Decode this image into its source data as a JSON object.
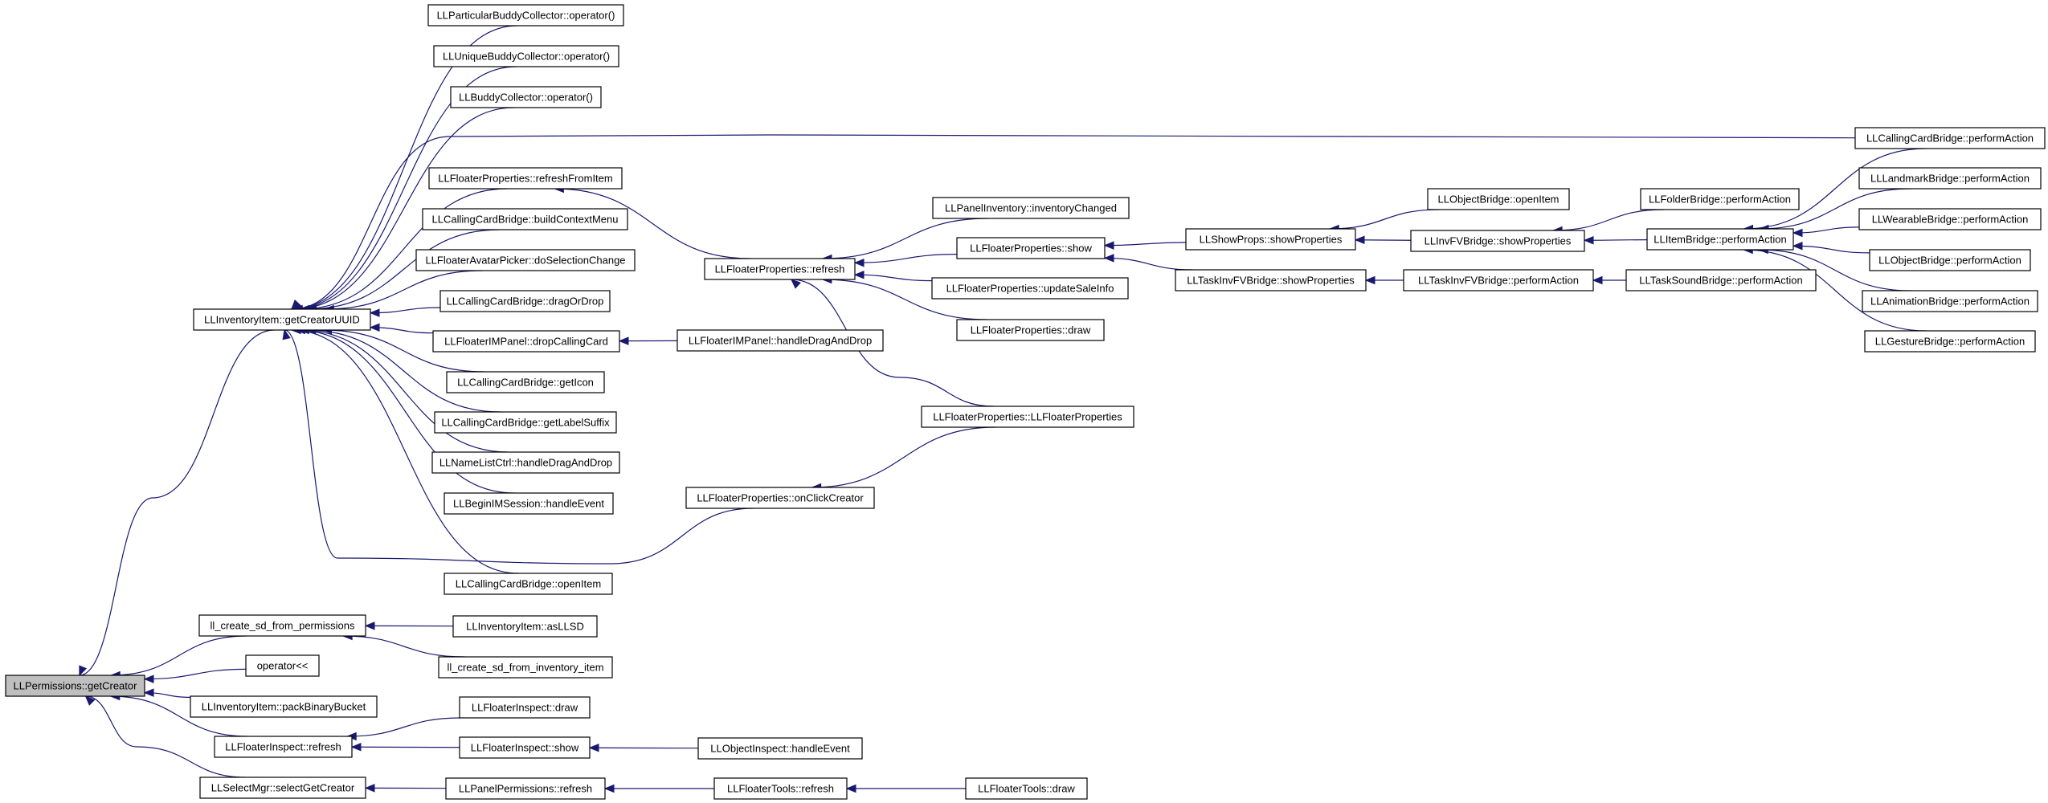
{
  "nodes": [
    {
      "id": "root",
      "label": "LLPermissions::getCreator",
      "root": true
    },
    {
      "id": "gcu",
      "label": "LLInventoryItem::getCreatorUUID"
    },
    {
      "id": "llcs",
      "label": "ll_create_sd_from_permissions"
    },
    {
      "id": "opl",
      "label": "operator<<"
    },
    {
      "id": "pbb",
      "label": "LLInventoryItem::packBinaryBucket"
    },
    {
      "id": "fir",
      "label": "LLFloaterInspect::refresh"
    },
    {
      "id": "ssgc",
      "label": "LLSelectMgr::selectGetCreator"
    },
    {
      "id": "pbc",
      "label": "LLParticularBuddyCollector::operator()"
    },
    {
      "id": "ubc",
      "label": "LLUniqueBuddyCollector::operator()"
    },
    {
      "id": "bc",
      "label": "LLBuddyCollector::operator()"
    },
    {
      "id": "fprfi",
      "label": "LLFloaterProperties::refreshFromItem"
    },
    {
      "id": "ccbcm",
      "label": "LLCallingCardBridge::buildContextMenu"
    },
    {
      "id": "fap",
      "label": "LLFloaterAvatarPicker::doSelectionChange"
    },
    {
      "id": "ccdod",
      "label": "LLCallingCardBridge::dragOrDrop"
    },
    {
      "id": "fimdc",
      "label": "LLFloaterIMPanel::dropCallingCard"
    },
    {
      "id": "ccgi",
      "label": "LLCallingCardBridge::getIcon"
    },
    {
      "id": "ccgls",
      "label": "LLCallingCardBridge::getLabelSuffix"
    },
    {
      "id": "nlc",
      "label": "LLNameListCtrl::handleDragAndDrop"
    },
    {
      "id": "bims",
      "label": "LLBeginIMSession::handleEvent"
    },
    {
      "id": "ccoi",
      "label": "LLCallingCardBridge::openItem"
    },
    {
      "id": "fpr",
      "label": "LLFloaterProperties::refresh"
    },
    {
      "id": "fpoc",
      "label": "LLFloaterProperties::onClickCreator"
    },
    {
      "id": "fimh",
      "label": "LLFloaterIMPanel::handleDragAndDrop"
    },
    {
      "id": "pic",
      "label": "LLPanelInventory::inventoryChanged"
    },
    {
      "id": "fps",
      "label": "LLFloaterProperties::show"
    },
    {
      "id": "fpusi",
      "label": "LLFloaterProperties::updateSaleInfo"
    },
    {
      "id": "fpd",
      "label": "LLFloaterProperties::draw"
    },
    {
      "id": "fpc",
      "label": "LLFloaterProperties::LLFloaterProperties"
    },
    {
      "id": "ssp",
      "label": "LLShowProps::showProperties"
    },
    {
      "id": "tifsp",
      "label": "LLTaskInvFVBridge::showProperties"
    },
    {
      "id": "obo",
      "label": "LLObjectBridge::openItem"
    },
    {
      "id": "ifsp",
      "label": "LLInvFVBridge::showProperties"
    },
    {
      "id": "tifpa",
      "label": "LLTaskInvFVBridge::performAction"
    },
    {
      "id": "fbpa",
      "label": "LLFolderBridge::performAction"
    },
    {
      "id": "ibpa",
      "label": "LLItemBridge::performAction"
    },
    {
      "id": "tsbpa",
      "label": "LLTaskSoundBridge::performAction"
    },
    {
      "id": "ccbpa",
      "label": "LLCallingCardBridge::performAction"
    },
    {
      "id": "lmbpa",
      "label": "LLLandmarkBridge::performAction"
    },
    {
      "id": "wbpa",
      "label": "LLWearableBridge::performAction"
    },
    {
      "id": "obpa",
      "label": "LLObjectBridge::performAction"
    },
    {
      "id": "abpa",
      "label": "LLAnimationBridge::performAction"
    },
    {
      "id": "gbpa",
      "label": "LLGestureBridge::performAction"
    },
    {
      "id": "iia",
      "label": "LLInventoryItem::asLLSD"
    },
    {
      "id": "llcsi",
      "label": "ll_create_sd_from_inventory_item"
    },
    {
      "id": "fid",
      "label": "LLFloaterInspect::draw"
    },
    {
      "id": "fis",
      "label": "LLFloaterInspect::show"
    },
    {
      "id": "oihe",
      "label": "LLObjectInspect::handleEvent"
    },
    {
      "id": "ppr",
      "label": "LLPanelPermissions::refresh"
    },
    {
      "id": "ftr",
      "label": "LLFloaterTools::refresh"
    },
    {
      "id": "ftd",
      "label": "LLFloaterTools::draw"
    }
  ],
  "edges": [
    [
      "gcu",
      "root"
    ],
    [
      "llcs",
      "root"
    ],
    [
      "opl",
      "root"
    ],
    [
      "pbb",
      "root"
    ],
    [
      "fir",
      "root"
    ],
    [
      "ssgc",
      "root"
    ],
    [
      "pbc",
      "gcu"
    ],
    [
      "ubc",
      "gcu"
    ],
    [
      "bc",
      "gcu"
    ],
    [
      "ccbpa",
      "gcu"
    ],
    [
      "fprfi",
      "gcu"
    ],
    [
      "ccbcm",
      "gcu"
    ],
    [
      "fap",
      "gcu"
    ],
    [
      "ccdod",
      "gcu"
    ],
    [
      "fimdc",
      "gcu"
    ],
    [
      "ccgi",
      "gcu"
    ],
    [
      "ccgls",
      "gcu"
    ],
    [
      "nlc",
      "gcu"
    ],
    [
      "bims",
      "gcu"
    ],
    [
      "fpoc",
      "gcu"
    ],
    [
      "ccoi",
      "gcu"
    ],
    [
      "fpr",
      "fprfi"
    ],
    [
      "fimh",
      "fimdc"
    ],
    [
      "fpc",
      "fpoc"
    ],
    [
      "pic",
      "fpr"
    ],
    [
      "fps",
      "fpr"
    ],
    [
      "fpusi",
      "fpr"
    ],
    [
      "fpd",
      "fpr"
    ],
    [
      "fpc",
      "fpr"
    ],
    [
      "ssp",
      "fps"
    ],
    [
      "tifsp",
      "fps"
    ],
    [
      "obo",
      "ssp"
    ],
    [
      "ifsp",
      "ssp"
    ],
    [
      "tifpa",
      "tifsp"
    ],
    [
      "fbpa",
      "ifsp"
    ],
    [
      "ibpa",
      "ifsp"
    ],
    [
      "tsbpa",
      "tifpa"
    ],
    [
      "ccbpa",
      "ibpa"
    ],
    [
      "lmbpa",
      "ibpa"
    ],
    [
      "wbpa",
      "ibpa"
    ],
    [
      "obpa",
      "ibpa"
    ],
    [
      "abpa",
      "ibpa"
    ],
    [
      "gbpa",
      "ibpa"
    ],
    [
      "iia",
      "llcs"
    ],
    [
      "llcsi",
      "llcs"
    ],
    [
      "fid",
      "fir"
    ],
    [
      "fis",
      "fir"
    ],
    [
      "oihe",
      "fis"
    ],
    [
      "ppr",
      "ssgc"
    ],
    [
      "ftr",
      "ppr"
    ],
    [
      "ftd",
      "ftr"
    ]
  ]
}
